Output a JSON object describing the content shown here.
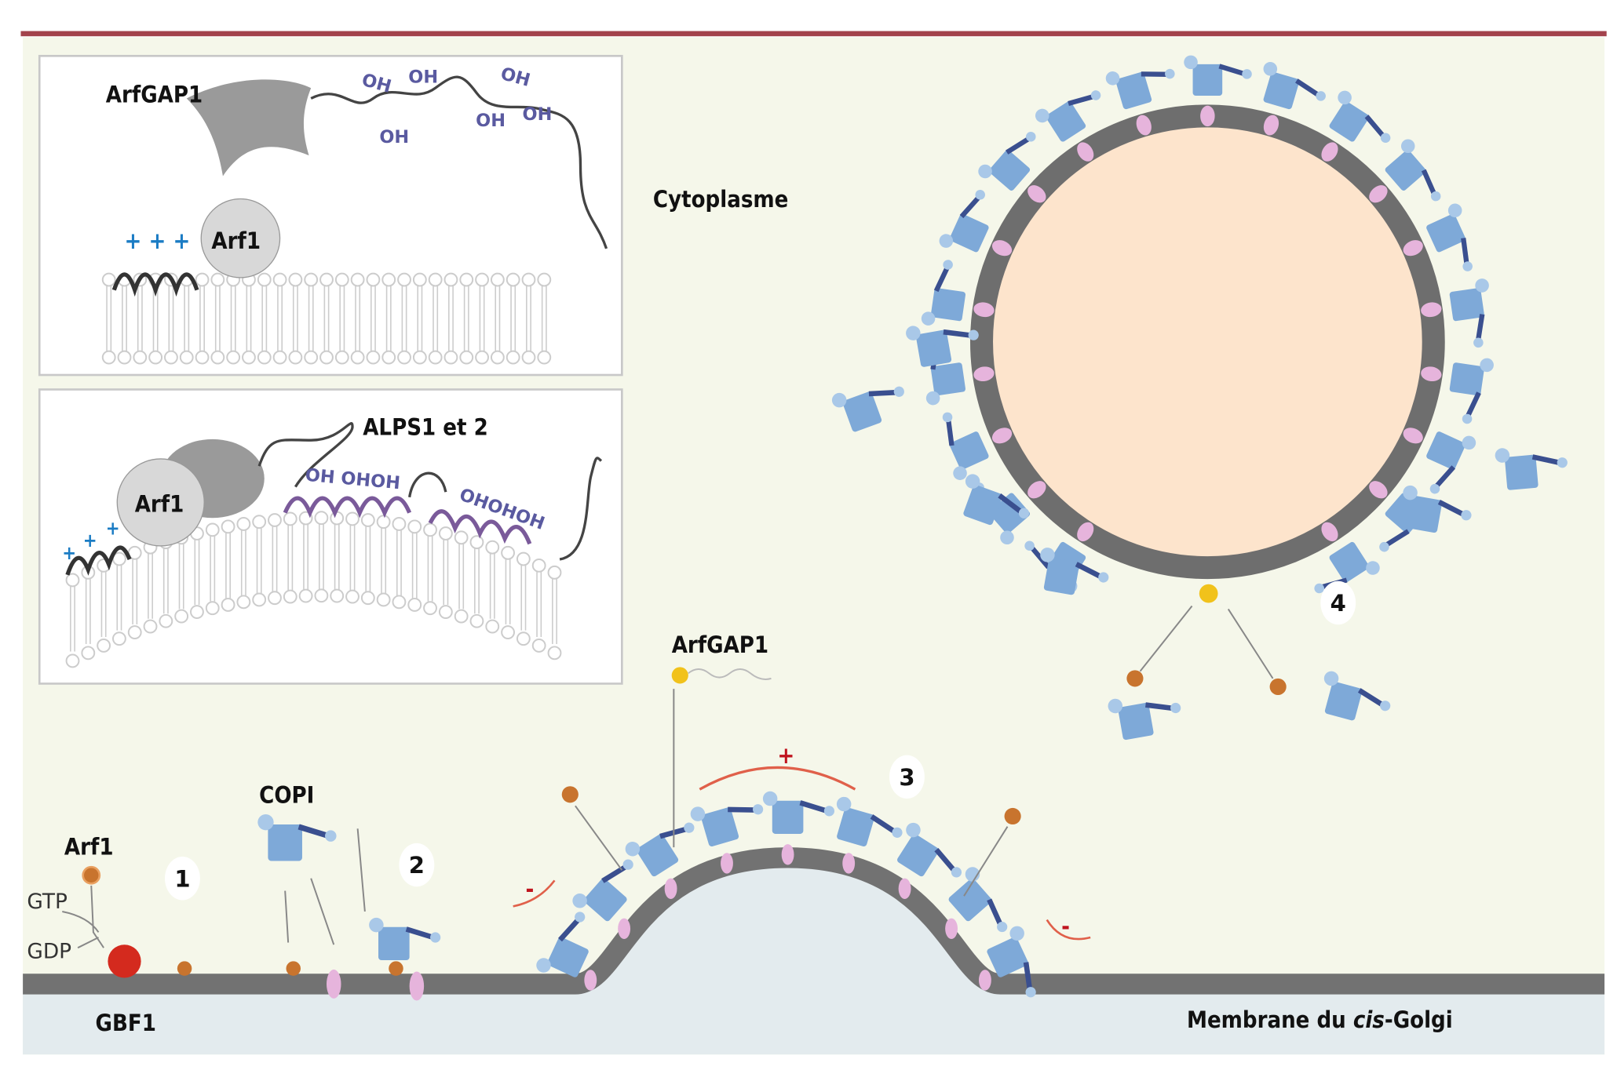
{
  "colors": {
    "top_rule": "#a3434c",
    "background": "#f5f7ea",
    "lumen": "#e3ebee",
    "membrane": "#727272",
    "vesicle_lumen": "#fde4cc",
    "copi": "#7ea9d8",
    "arf1": "#c8742e",
    "gbf1": "#d42a1e",
    "arfgap1": "#f1c21b",
    "charge": "#1b7cc4",
    "curvature_arrow": "#e0604a"
  },
  "inset_top": {
    "arfgap1_label": "ArfGAP1",
    "arf1_label": "Arf1",
    "charges": "+ + +",
    "oh_labels": [
      "OH",
      "OH",
      "OH",
      "OH",
      "OH",
      "OH"
    ]
  },
  "inset_bottom": {
    "alps_label": "ALPS1 et 2",
    "arf1_label": "Arf1",
    "charges": [
      "+",
      "+",
      "+"
    ],
    "oh_group_1": "OH OHOH",
    "oh_group_2": "OHOHOH"
  },
  "main": {
    "cytoplasm_label": "Cytoplasme",
    "arfgap1_label": "ArfGAP1",
    "copi_label": "COPI",
    "arf1_label": "Arf1",
    "gtp_label": "GTP",
    "gdp_label": "GDP",
    "gbf1_label": "GBF1",
    "membrane_label_prefix": "Membrane du ",
    "membrane_label_italic": "cis",
    "membrane_label_suffix": "-Golgi",
    "plus_sign": "+",
    "minus_sign": "-",
    "steps": [
      "1",
      "2",
      "3",
      "4"
    ]
  }
}
